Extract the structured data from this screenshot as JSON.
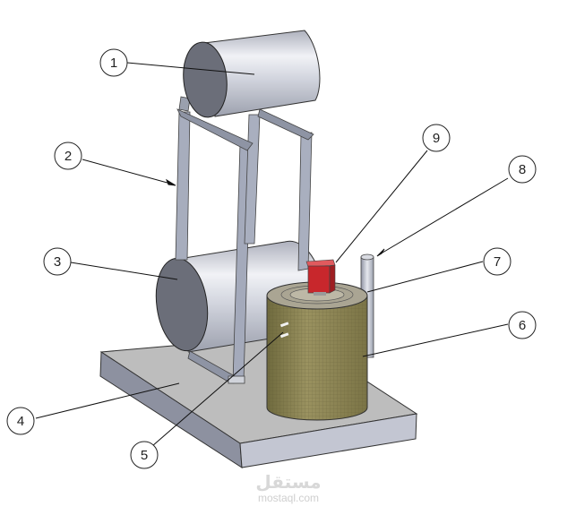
{
  "diagram": {
    "type": "cad-assembly-isometric",
    "callouts": [
      {
        "id": "1",
        "label": "1",
        "target": "upper-tank"
      },
      {
        "id": "2",
        "label": "2",
        "target": "steel-frame"
      },
      {
        "id": "3",
        "label": "3",
        "target": "lower-tank"
      },
      {
        "id": "4",
        "label": "4",
        "target": "base-plate"
      },
      {
        "id": "5",
        "label": "5",
        "target": "pipe-connections"
      },
      {
        "id": "6",
        "label": "6",
        "target": "insulated-vessel"
      },
      {
        "id": "7",
        "label": "7",
        "target": "vessel-lid-flange"
      },
      {
        "id": "8",
        "label": "8",
        "target": "vertical-pipe"
      },
      {
        "id": "9",
        "label": "9",
        "target": "red-motor-box"
      }
    ],
    "colors": {
      "tank_body": "#c9ccd6",
      "tank_end": "#6a6d78",
      "frame": "#9aa0b0",
      "base_top": "#bdbdbd",
      "base_side": "#9ea2b0",
      "vessel": "#8c8350",
      "motor": "#c8272c"
    }
  },
  "watermark": {
    "arabic": "مستقل",
    "latin": "mostaql.com"
  }
}
